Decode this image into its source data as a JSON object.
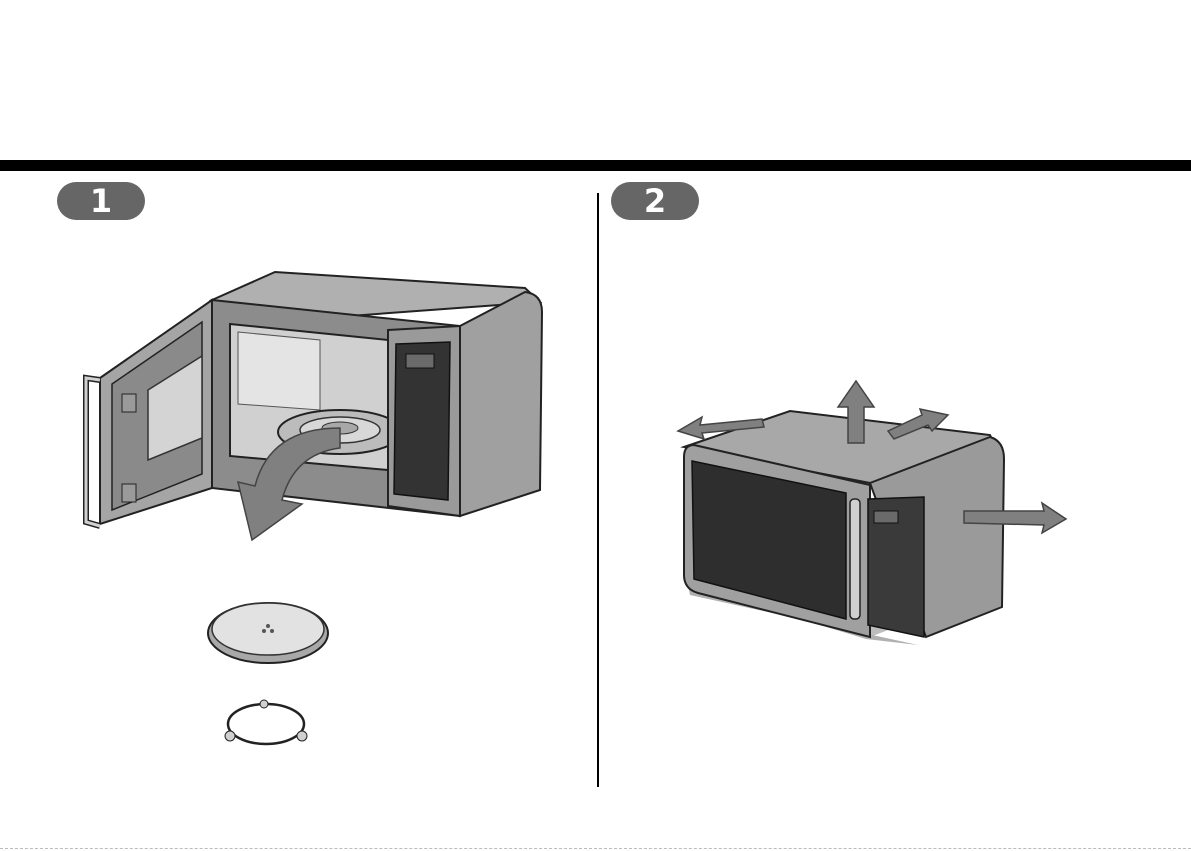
{
  "steps": [
    {
      "number": "1"
    },
    {
      "number": "2"
    }
  ],
  "icons": {
    "open_microwave": "microwave-open-door-illustration",
    "turntable": "glass-tray-illustration",
    "roller_ring": "roller-ring-illustration",
    "closed_microwave": "microwave-clearance-illustration"
  },
  "colors": {
    "rule": "#000000",
    "badge": "#666666",
    "body": "#9a9a9a",
    "dark": "#333333",
    "arrow": "#808080"
  }
}
